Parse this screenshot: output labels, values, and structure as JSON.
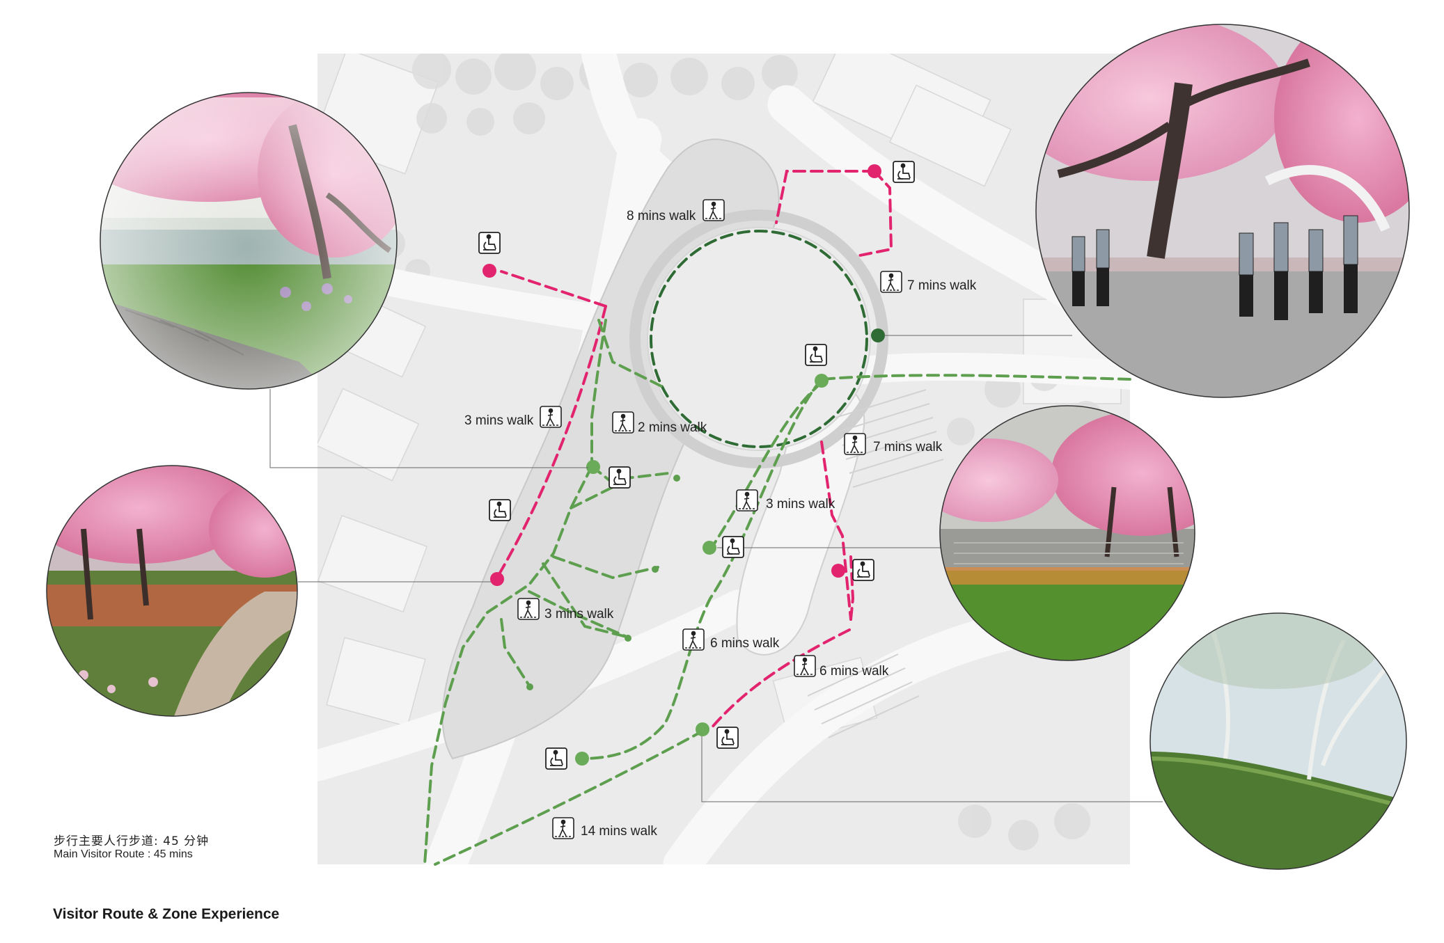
{
  "legend": {
    "cn": "步行主要人行步道: 45 分钟",
    "en": "Main Visitor Route : 45 mins"
  },
  "caption": "Visitor Route & Zone Experience",
  "walk_labels": [
    {
      "id": "w8",
      "text": "8 mins walk"
    },
    {
      "id": "w7a",
      "text": "7 mins walk"
    },
    {
      "id": "w3a",
      "text": "3 mins walk"
    },
    {
      "id": "w2",
      "text": "2 mins walk"
    },
    {
      "id": "w7b",
      "text": "7 mins walk"
    },
    {
      "id": "w3b",
      "text": "3 mins walk"
    },
    {
      "id": "w3c",
      "text": "3 mins walk"
    },
    {
      "id": "w6a",
      "text": "6 mins walk"
    },
    {
      "id": "w6b",
      "text": "6 mins walk"
    },
    {
      "id": "w14",
      "text": "14 mins walk"
    }
  ],
  "colors": {
    "route_pink": "#e2236e",
    "route_green": "#5e9f4f",
    "route_darkgreen": "#2f6b34",
    "dot_pink": "#e2236e",
    "dot_green": "#6aab59",
    "dot_darkgreen": "#2f6b34"
  },
  "photos": [
    {
      "id": "p1",
      "scene": "cherry-blossom-boardwalk-pond"
    },
    {
      "id": "p2",
      "scene": "cherry-blossom-plaza-students"
    },
    {
      "id": "p3",
      "scene": "cherry-blossom-running-path"
    },
    {
      "id": "p4",
      "scene": "cherry-blossom-lawn-steps"
    },
    {
      "id": "p5",
      "scene": "tree-hill-misty"
    }
  ]
}
